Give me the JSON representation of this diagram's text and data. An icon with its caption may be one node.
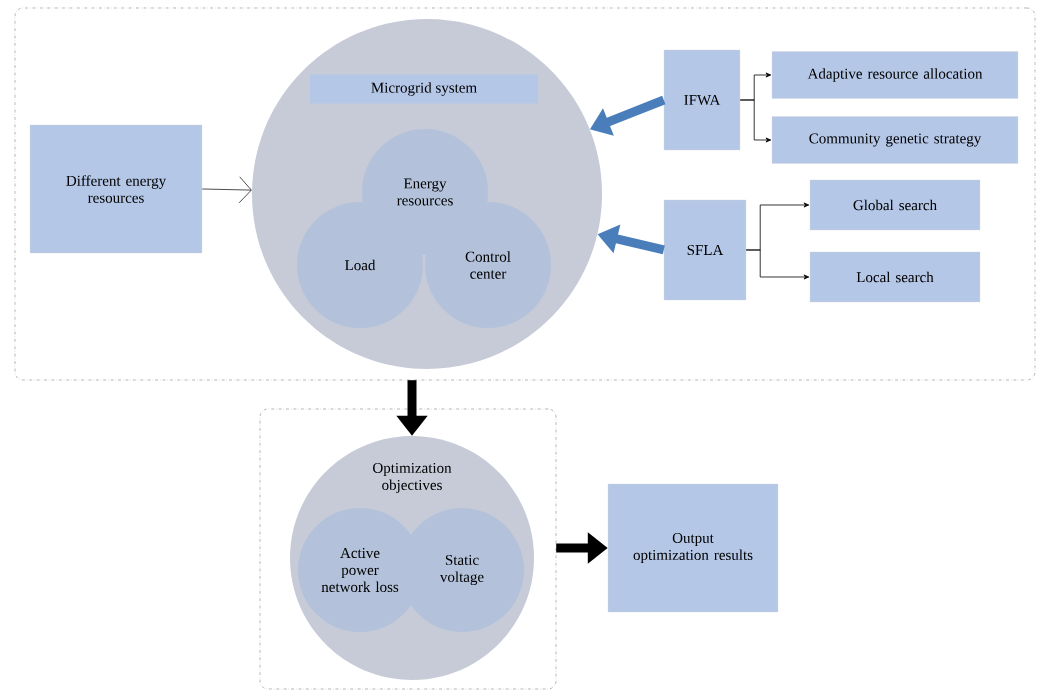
{
  "diagram": {
    "nodes": [
      {
        "text": [],
        "shape": "box"
      },
      {
        "text": [
          "Different energy resources"
        ],
        "in": 0
      },
      {
        "text": [],
        "shape": "circle",
        "in": 0
      },
      {
        "text": [
          "Microgrid system"
        ],
        "in": 2
      },
      {
        "text": [
          "Energy resources"
        ],
        "in": 2
      },
      {
        "text": [
          "Load"
        ],
        "in": 2
      },
      {
        "text": [
          "Control center"
        ],
        "in": 2
      },
      {
        "text": [
          "IFWA"
        ],
        "in": 0
      },
      {
        "text": [
          "Adaptive resource allocation"
        ],
        "in": 0
      },
      {
        "text": [
          "Community genetic strategy"
        ],
        "in": 0
      },
      {
        "text": [
          "SFLA"
        ],
        "in": 0
      },
      {
        "text": [
          "Global search"
        ],
        "in": 0
      },
      {
        "text": [
          "Local search"
        ],
        "in": 0
      },
      {
        "text": [],
        "shape": "box"
      },
      {
        "text": [
          "Optimization objectives"
        ],
        "in": 13
      },
      {
        "text": [
          "Active power network loss"
        ],
        "in": 14
      },
      {
        "text": [
          "Static voltage"
        ],
        "in": 14
      },
      {
        "text": [
          "Output optimization results"
        ]
      }
    ],
    "edges": [
      {
        "from": 1,
        "to": 2,
        "arrow": "to"
      },
      {
        "from": 7,
        "to": 2,
        "arrow": "to",
        "style": "thick",
        "color": "#4a7ebb"
      },
      {
        "from": 10,
        "to": 2,
        "arrow": "to",
        "style": "thick",
        "color": "#4a7ebb"
      },
      {
        "from": 7,
        "to": 8,
        "arrow": "to"
      },
      {
        "from": 7,
        "to": 9,
        "arrow": "to"
      },
      {
        "from": 10,
        "to": 11,
        "arrow": "to"
      },
      {
        "from": 10,
        "to": 12,
        "arrow": "to"
      },
      {
        "from": 0,
        "to": 14,
        "arrow": "to",
        "style": "thick"
      },
      {
        "from": 13,
        "to": 17,
        "arrow": "to",
        "style": "thick"
      }
    ]
  }
}
